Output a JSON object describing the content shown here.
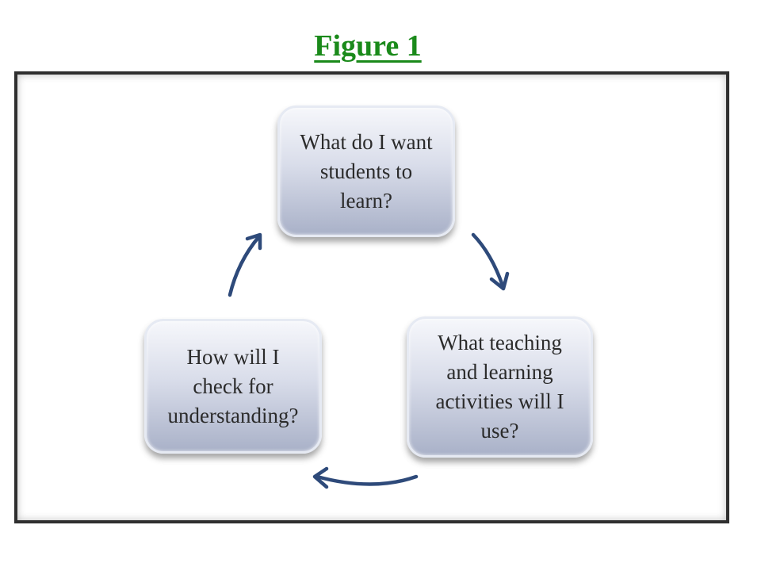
{
  "figure": {
    "title": "Figure 1",
    "title_color": "#1a8a1a"
  },
  "diagram": {
    "nodes": [
      {
        "id": "top",
        "lines": [
          "What do I want",
          "students to",
          "learn?"
        ]
      },
      {
        "id": "right",
        "lines": [
          "What teaching",
          "and learning",
          "activities will I",
          "use?"
        ]
      },
      {
        "id": "left",
        "lines": [
          "How will I",
          "check for",
          "understanding?"
        ]
      }
    ],
    "arrow_color": "#2e4a7a",
    "node_fill": "#d9ddea",
    "frame_color": "#2f2f2f"
  }
}
